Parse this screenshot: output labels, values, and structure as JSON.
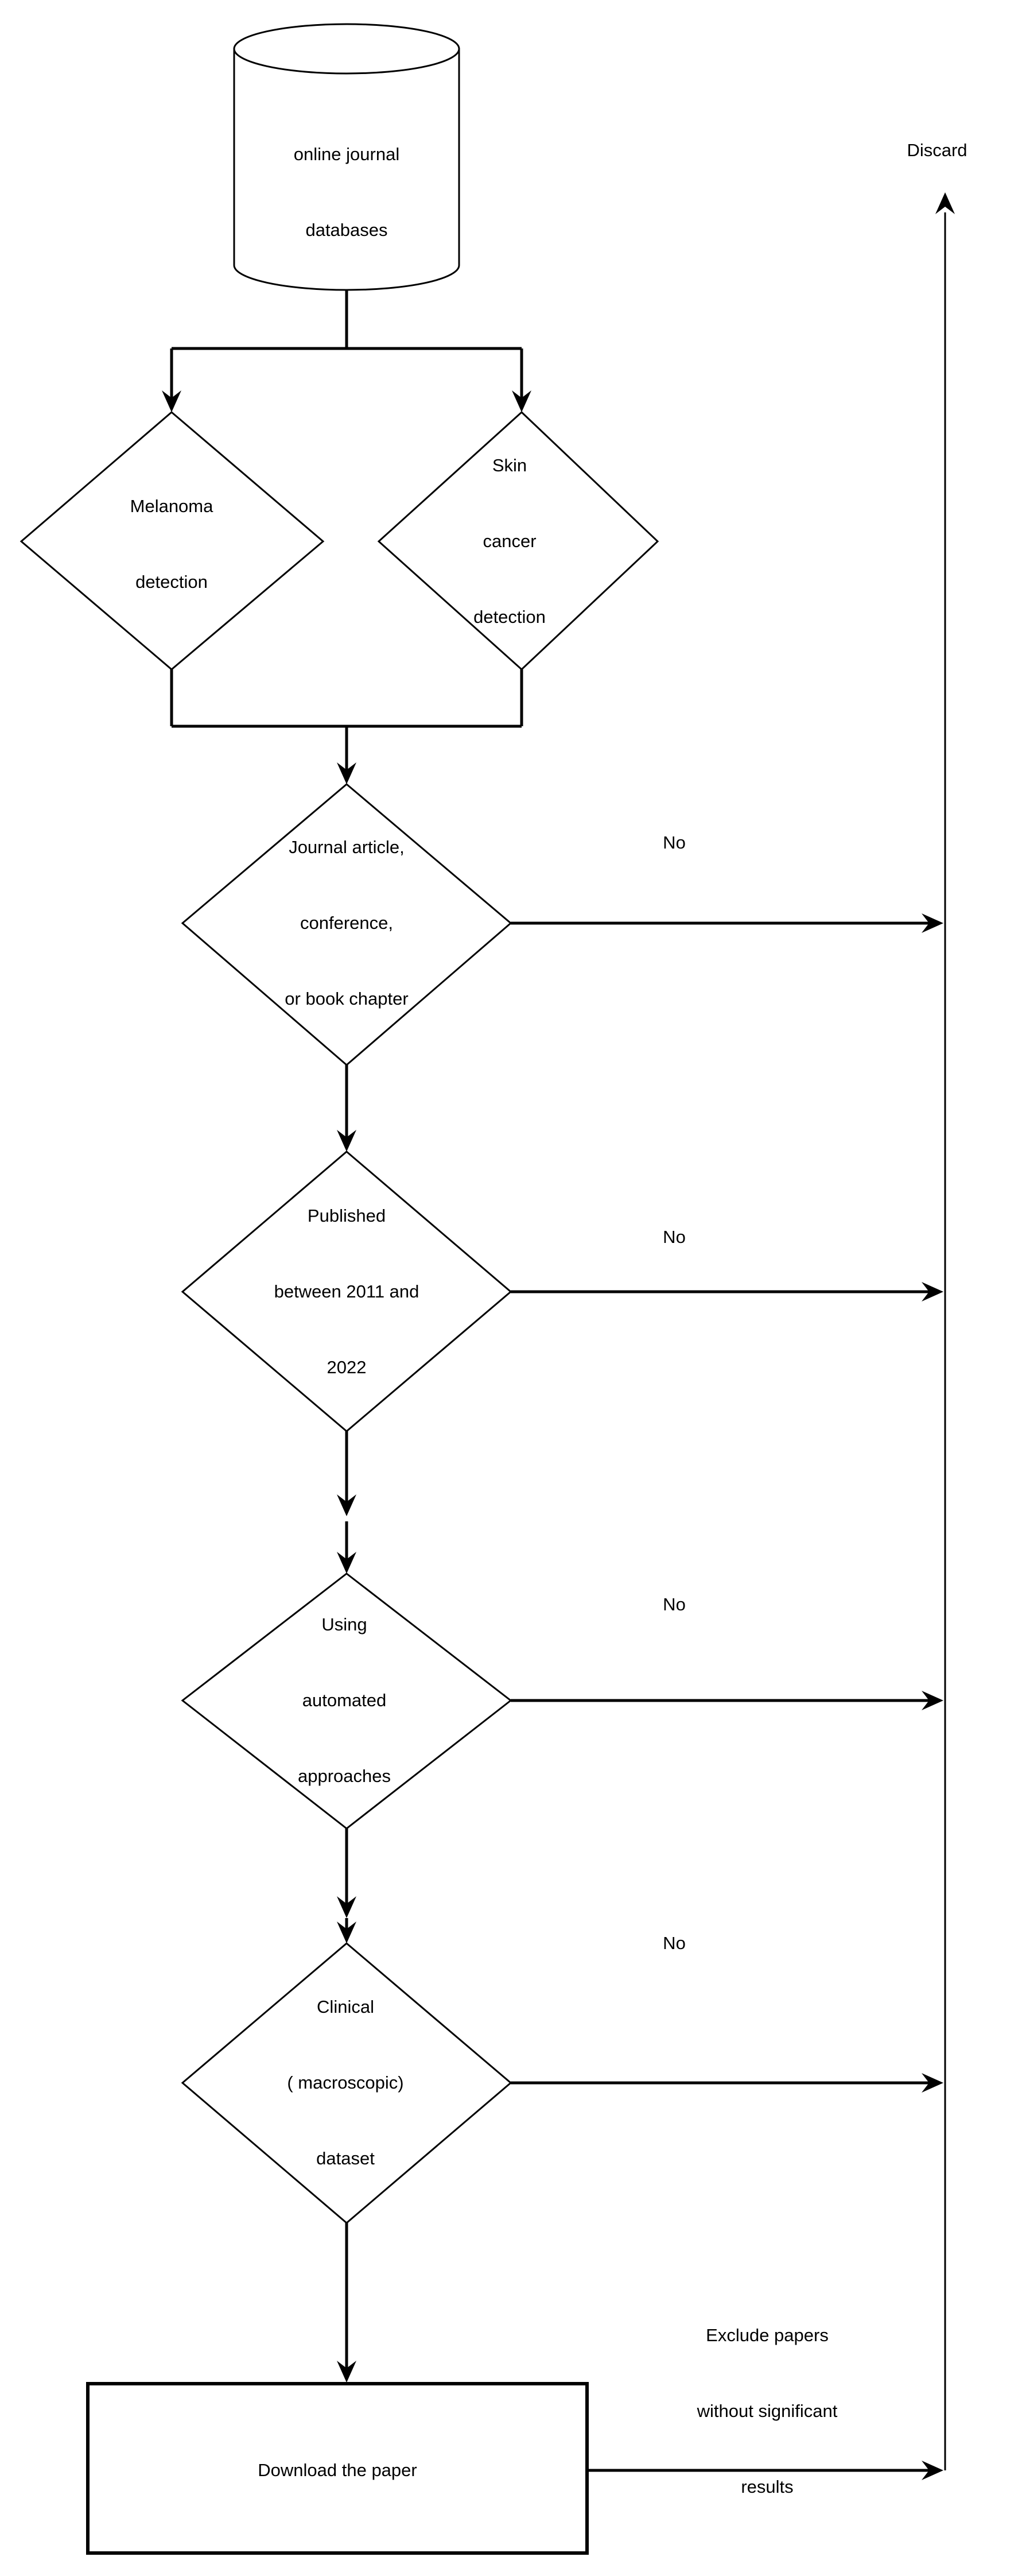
{
  "diagram": {
    "type": "flowchart",
    "title": "Paper selection / screening flowchart",
    "background_color": "#ffffff",
    "line_color": "#000000",
    "text_color": "#000000"
  },
  "nodes": {
    "source": {
      "shape": "cylinder",
      "line1": "online journal",
      "line2": "databases"
    },
    "topic_left": {
      "shape": "diamond",
      "line1": "Melanoma",
      "line2": "detection"
    },
    "topic_right": {
      "shape": "diamond",
      "line1": "Skin",
      "line2": "cancer",
      "line3": "detection"
    },
    "decision_type": {
      "shape": "diamond",
      "line1": "Journal article,",
      "line2": "conference,",
      "line3": "or book chapter"
    },
    "decision_year": {
      "shape": "diamond",
      "line1": "Published",
      "line2": "between 2011 and",
      "line3": "2022"
    },
    "decision_method": {
      "shape": "diamond",
      "line1": "Using",
      "line2": "automated",
      "line3": "approaches"
    },
    "decision_dataset": {
      "shape": "diamond",
      "line1": "Clinical",
      "line2": "( macroscopic)",
      "line3": "dataset"
    },
    "action_download": {
      "shape": "rectangle",
      "label": "Download the paper"
    }
  },
  "edge_labels": {
    "discard": "Discard",
    "no_1": "No",
    "no_2": "No",
    "no_3": "No",
    "no_4": "No",
    "exclude_line1": "Exclude papers",
    "exclude_line2": "without significant",
    "exclude_line3": "results"
  }
}
